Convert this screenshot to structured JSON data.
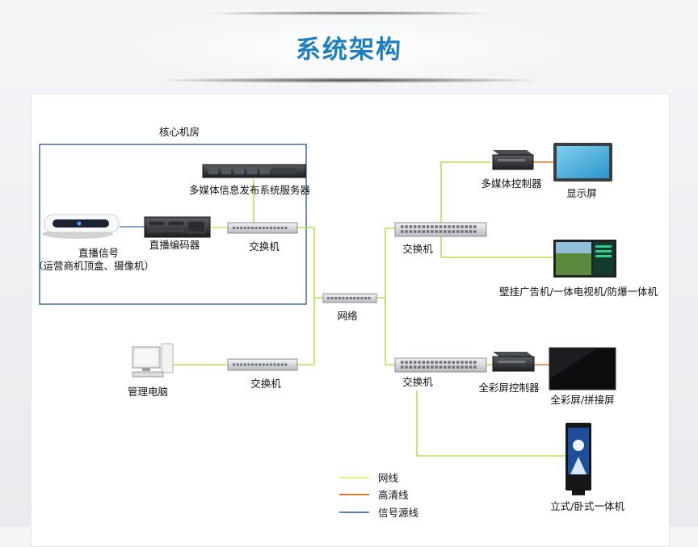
{
  "title": "系统架构",
  "core_room": "核心机房",
  "nodes": {
    "live_signal": [
      "直播信号",
      "（运营商机顶盒、摄像机）"
    ],
    "live_encoder": "直播编码器",
    "server": "多媒体信息发布系统服务器",
    "switch_core": "交换机",
    "network": "网络",
    "switch_mgmt": "交换机",
    "mgmt_pc": "管理电脑",
    "switch_top": "交换机",
    "switch_bottom": "交换机",
    "multimedia_controller": "多媒体控制器",
    "display": "显示屏",
    "wall_units": "壁挂广告机/一体电视机/防爆一体机",
    "fullcolor_controller": "全彩屏控制器",
    "fullcolor_screen": "全彩屏/拼接屏",
    "kiosk": "立式/卧式一体机"
  },
  "legend": [
    {
      "label": "网线",
      "color": "#e8f07a"
    },
    {
      "label": "高清线",
      "color": "#e07a32"
    },
    {
      "label": "信号源线",
      "color": "#5b80b8"
    }
  ],
  "colors": {
    "title": "#1d7fc2",
    "network_cable": "#b8e04a",
    "hd_cable": "#e07a32",
    "signal_cable": "#5b80b8",
    "core_box": "#3a5f8f"
  }
}
